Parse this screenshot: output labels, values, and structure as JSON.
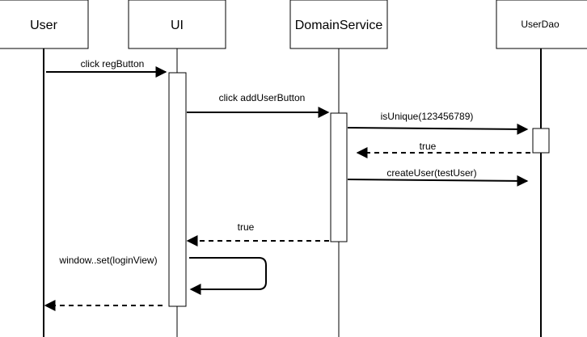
{
  "participants": [
    {
      "id": "user",
      "label": "User"
    },
    {
      "id": "ui",
      "label": "UI"
    },
    {
      "id": "domain",
      "label": "DomainService"
    },
    {
      "id": "dao",
      "label": "UserDao"
    }
  ],
  "messages": [
    {
      "id": "msg-click-reg",
      "label": "click regButton",
      "from": "user",
      "to": "ui",
      "kind": "sync"
    },
    {
      "id": "msg-click-add",
      "label": "click addUserButton",
      "from": "ui",
      "to": "domain",
      "kind": "sync"
    },
    {
      "id": "msg-isunique",
      "label": "isUnique(123456789)",
      "from": "domain",
      "to": "dao",
      "kind": "sync"
    },
    {
      "id": "msg-true-dao",
      "label": "true",
      "from": "dao",
      "to": "domain",
      "kind": "return"
    },
    {
      "id": "msg-createuser",
      "label": "createUser(testUser)",
      "from": "domain",
      "to": "dao",
      "kind": "sync"
    },
    {
      "id": "msg-true-domain",
      "label": "true",
      "from": "domain",
      "to": "ui",
      "kind": "return"
    },
    {
      "id": "msg-window-set",
      "label": "window..set(loginView)",
      "from": "ui",
      "to": "ui",
      "kind": "self"
    },
    {
      "id": "msg-return-user",
      "label": "",
      "from": "ui",
      "to": "user",
      "kind": "return"
    }
  ]
}
